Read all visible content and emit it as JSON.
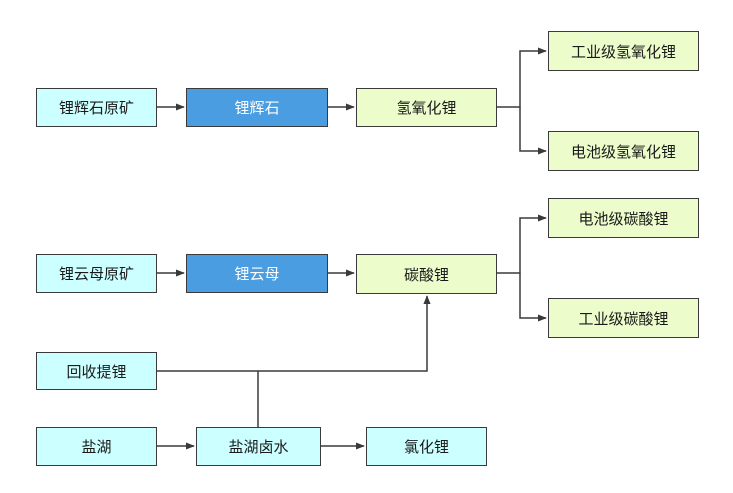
{
  "nodes": {
    "spodumene_ore": "锂辉石原矿",
    "spodumene": "锂辉石",
    "lithium_hydroxide": "氢氧化锂",
    "industrial_lioh": "工业级氢氧化锂",
    "battery_lioh": "电池级氢氧化锂",
    "lepidolite_ore": "锂云母原矿",
    "lepidolite": "锂云母",
    "lithium_carbonate": "碳酸锂",
    "battery_li2co3": "电池级碳酸锂",
    "industrial_li2co3": "工业级碳酸锂",
    "recycling": "回收提锂",
    "salt_lake": "盐湖",
    "brine": "盐湖卤水",
    "lithium_chloride": "氯化锂"
  },
  "colors": {
    "raw": "#ccffff",
    "concentrate": "#4a9de0",
    "product": "#ecfccb",
    "line": "#3a3a3a"
  }
}
